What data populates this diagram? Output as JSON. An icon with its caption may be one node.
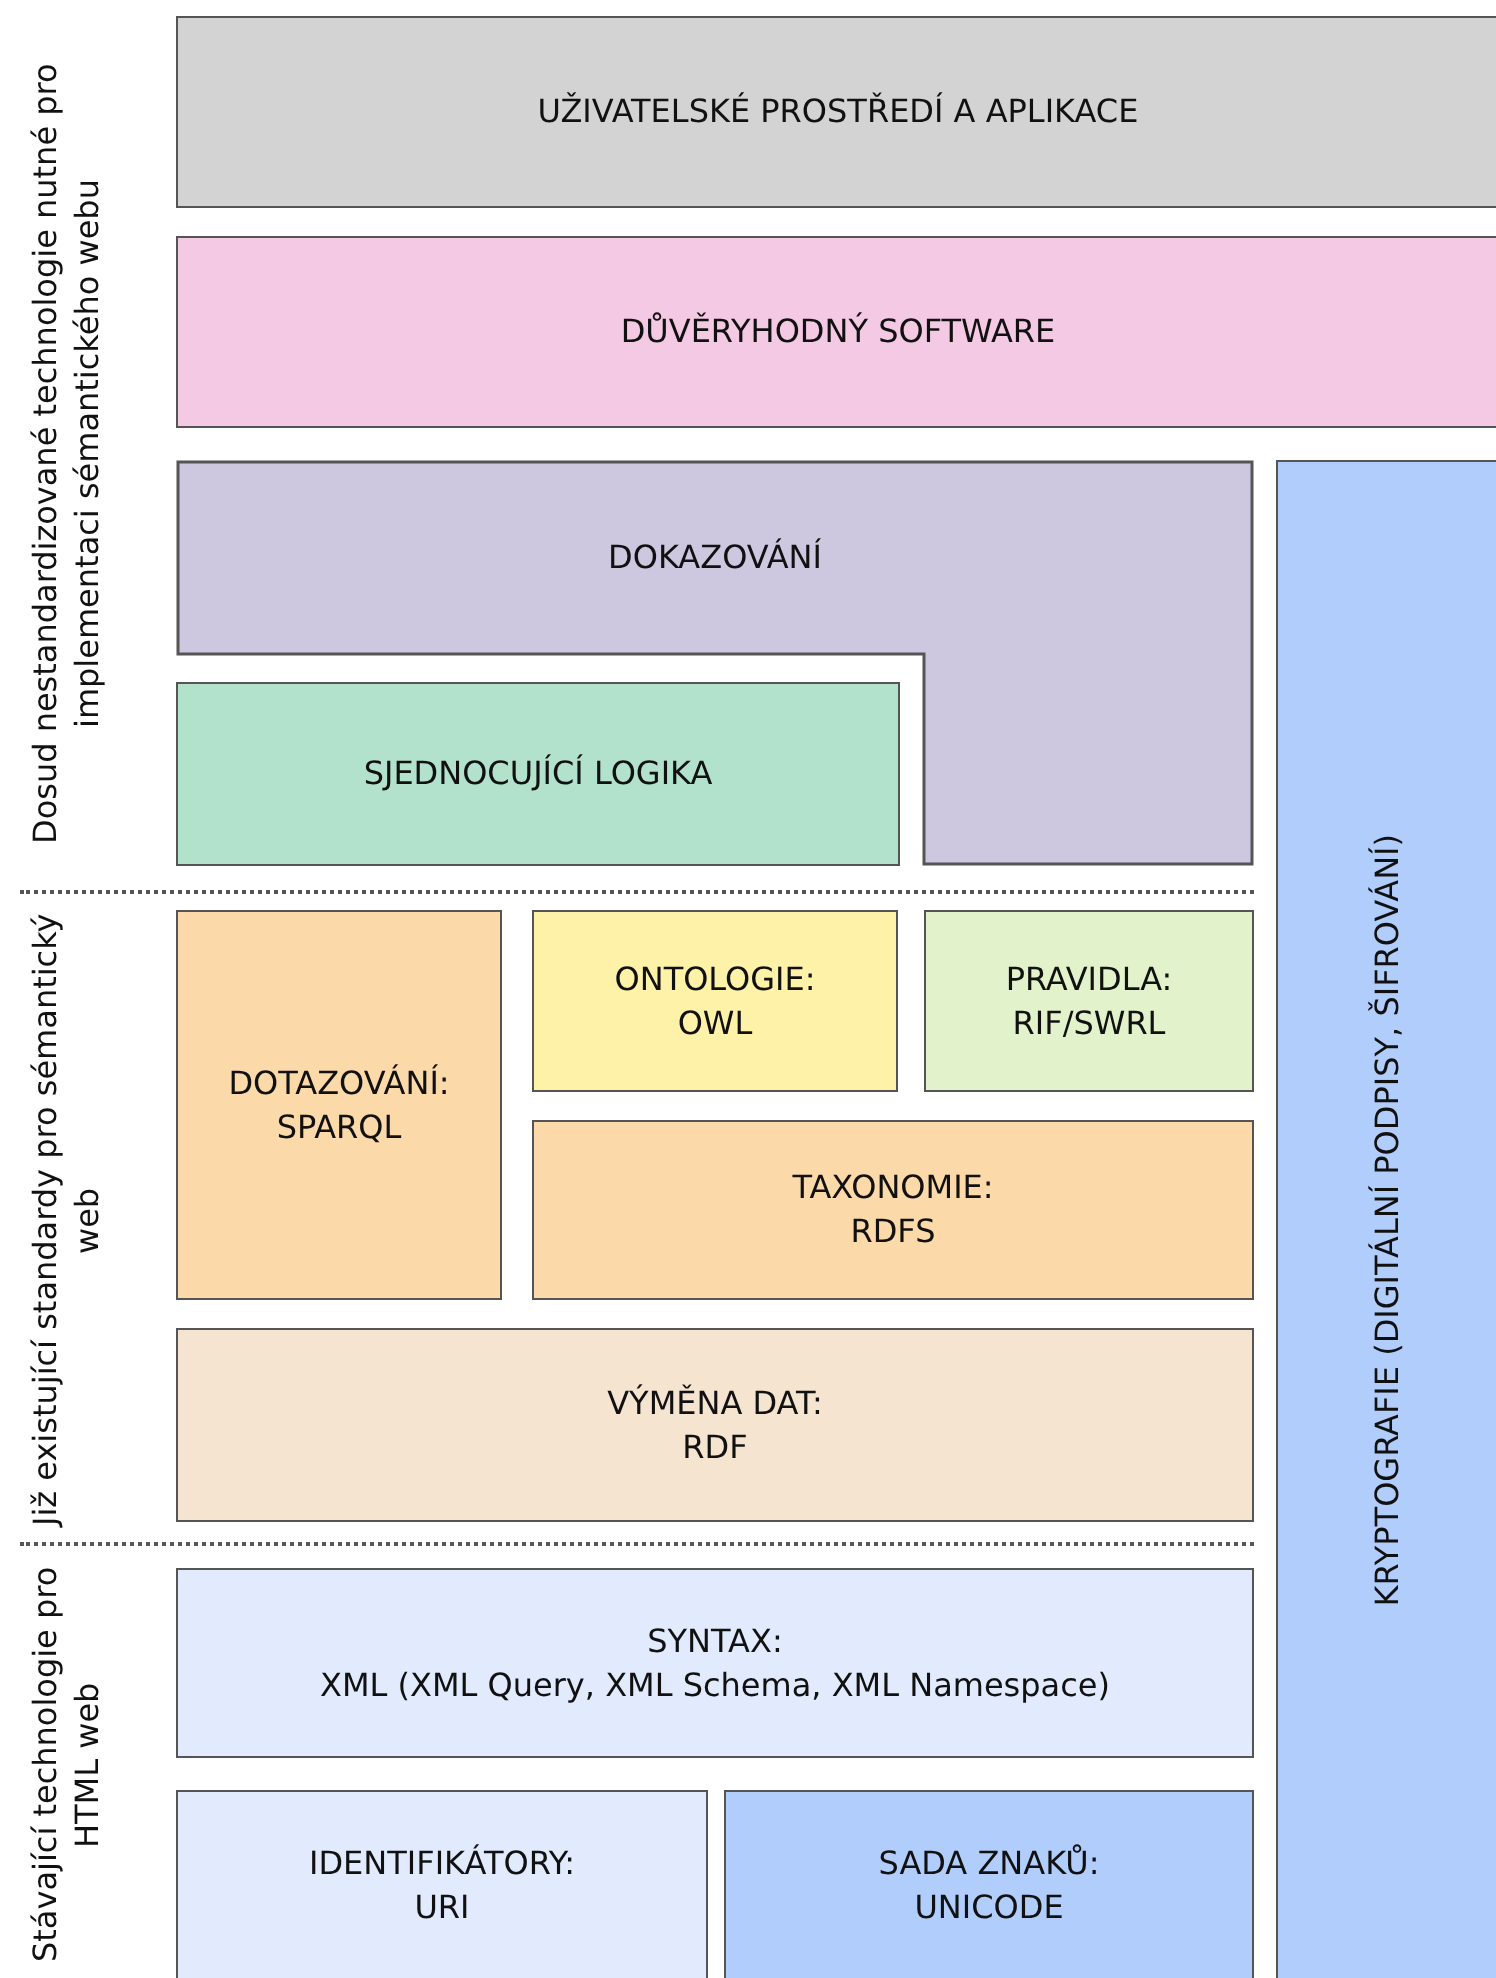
{
  "diagram": {
    "nodes": [
      {
        "text": [
          "UŽIVATELSKÉ PROSTŘEDÍ A APLIKACE"
        ]
      },
      {
        "text": [
          "DŮVĚRYHODNÝ SOFTWARE"
        ]
      },
      {
        "text": [
          "DOKAZOVÁNÍ"
        ]
      },
      {
        "text": [
          "KRYPTOGRAFIE (DIGITÁLNÍ PODPISY, ŠIFROVÁNÍ)"
        ]
      },
      {
        "text": [
          "SJEDNOCUJÍCÍ LOGIKA"
        ]
      },
      {
        "text": [
          "DOTAZOVÁNÍ:",
          "SPARQL"
        ]
      },
      {
        "text": [
          "ONTOLOGIE:",
          "OWL"
        ]
      },
      {
        "text": [
          "PRAVIDLA:",
          "RIF/SWRL"
        ]
      },
      {
        "text": [
          "TAXONOMIE:",
          "RDFS"
        ]
      },
      {
        "text": [
          "VÝMĚNA DAT:",
          "RDF"
        ]
      },
      {
        "text": [
          "SYNTAX:",
          "XML (XML Query, XML Schema, XML Namespace)"
        ]
      },
      {
        "text": [
          "IDENTIFIKÁTORY:",
          "URI"
        ]
      },
      {
        "text": [
          "SADA ZNAKŮ:",
          "UNICODE"
        ]
      }
    ],
    "labels": [
      "Dosud nestandardizované technologie nutné pro implementaci sémantického webu",
      "Již existující standardy pro sémantický web",
      "Stávající technologie pro HTML web"
    ]
  }
}
